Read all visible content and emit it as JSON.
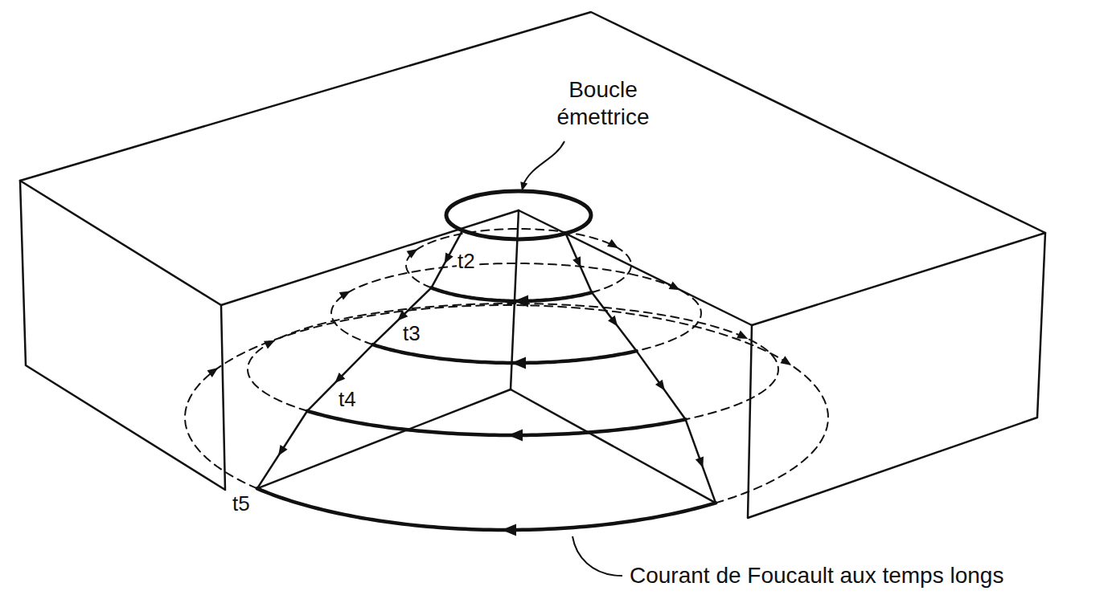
{
  "diagram": {
    "labels": [
      "Boucle émettrice",
      "t2",
      "t3",
      "t4",
      "t5",
      "Courant de Foucault aux temps longs"
    ]
  }
}
